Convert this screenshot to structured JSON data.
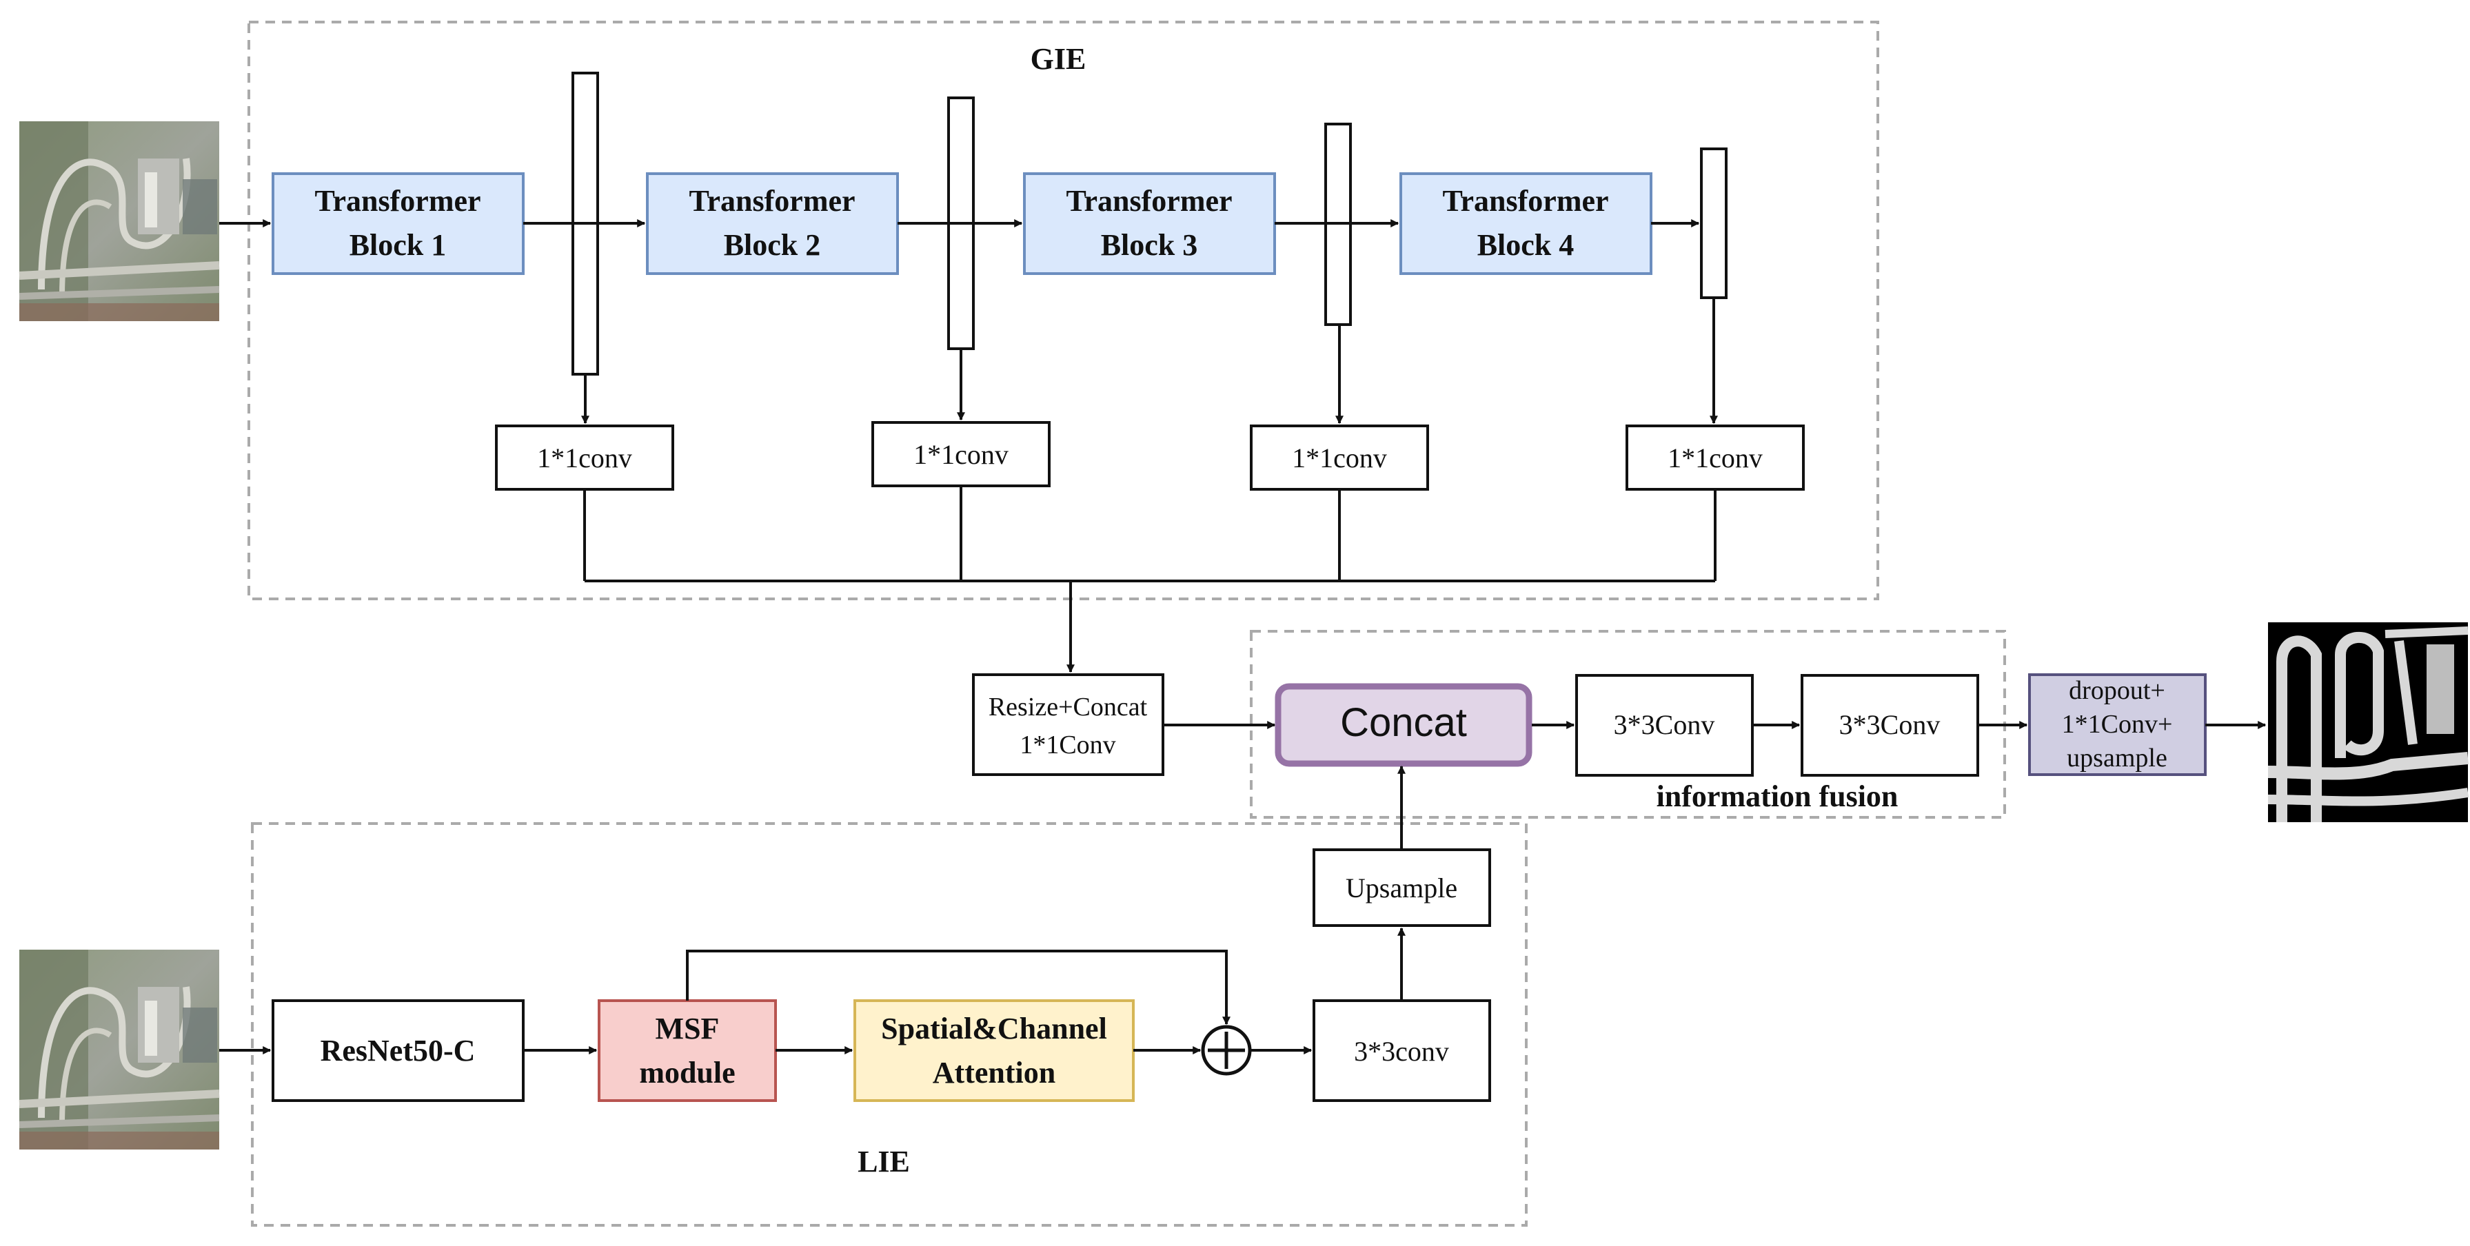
{
  "gie": {
    "title": "GIE"
  },
  "lie": {
    "title": "LIE"
  },
  "fusion": {
    "title": "information fusion"
  },
  "transformer_blocks": [
    {
      "line1": "Transformer",
      "line2": "Block 1"
    },
    {
      "line1": "Transformer",
      "line2": "Block 2"
    },
    {
      "line1": "Transformer",
      "line2": "Block 3"
    },
    {
      "line1": "Transformer",
      "line2": "Block 4"
    }
  ],
  "conv1x1": [
    "1*1conv",
    "1*1conv",
    "1*1conv",
    "1*1conv"
  ],
  "resize_concat": {
    "line1": "Resize+Concat",
    "line2": "1*1Conv"
  },
  "concat": {
    "label": "Concat"
  },
  "conv3x3_fusion": [
    "3*3Conv",
    "3*3Conv"
  ],
  "head": {
    "line1": "dropout+",
    "line2": "1*1Conv+",
    "line3": "upsample"
  },
  "resnet": {
    "label": "ResNet50-C"
  },
  "msf": {
    "line1": "MSF",
    "line2": "module"
  },
  "attention": {
    "line1": "Spatial&Channel",
    "line2": "Attention"
  },
  "conv3x3_lie": {
    "label": "3*3conv"
  },
  "upsample": {
    "label": "Upsample"
  },
  "colors": {
    "transformer_fill": "#dae8fc",
    "transformer_stroke": "#6c8ebf",
    "concat_fill": "#e1d5e7",
    "concat_stroke": "#9673a6",
    "msf_fill": "#f8cecc",
    "msf_stroke": "#b85450",
    "attention_fill": "#fff2cc",
    "attention_stroke": "#d6b656",
    "head_fill": "#d0cee2",
    "head_stroke": "#56517e"
  }
}
